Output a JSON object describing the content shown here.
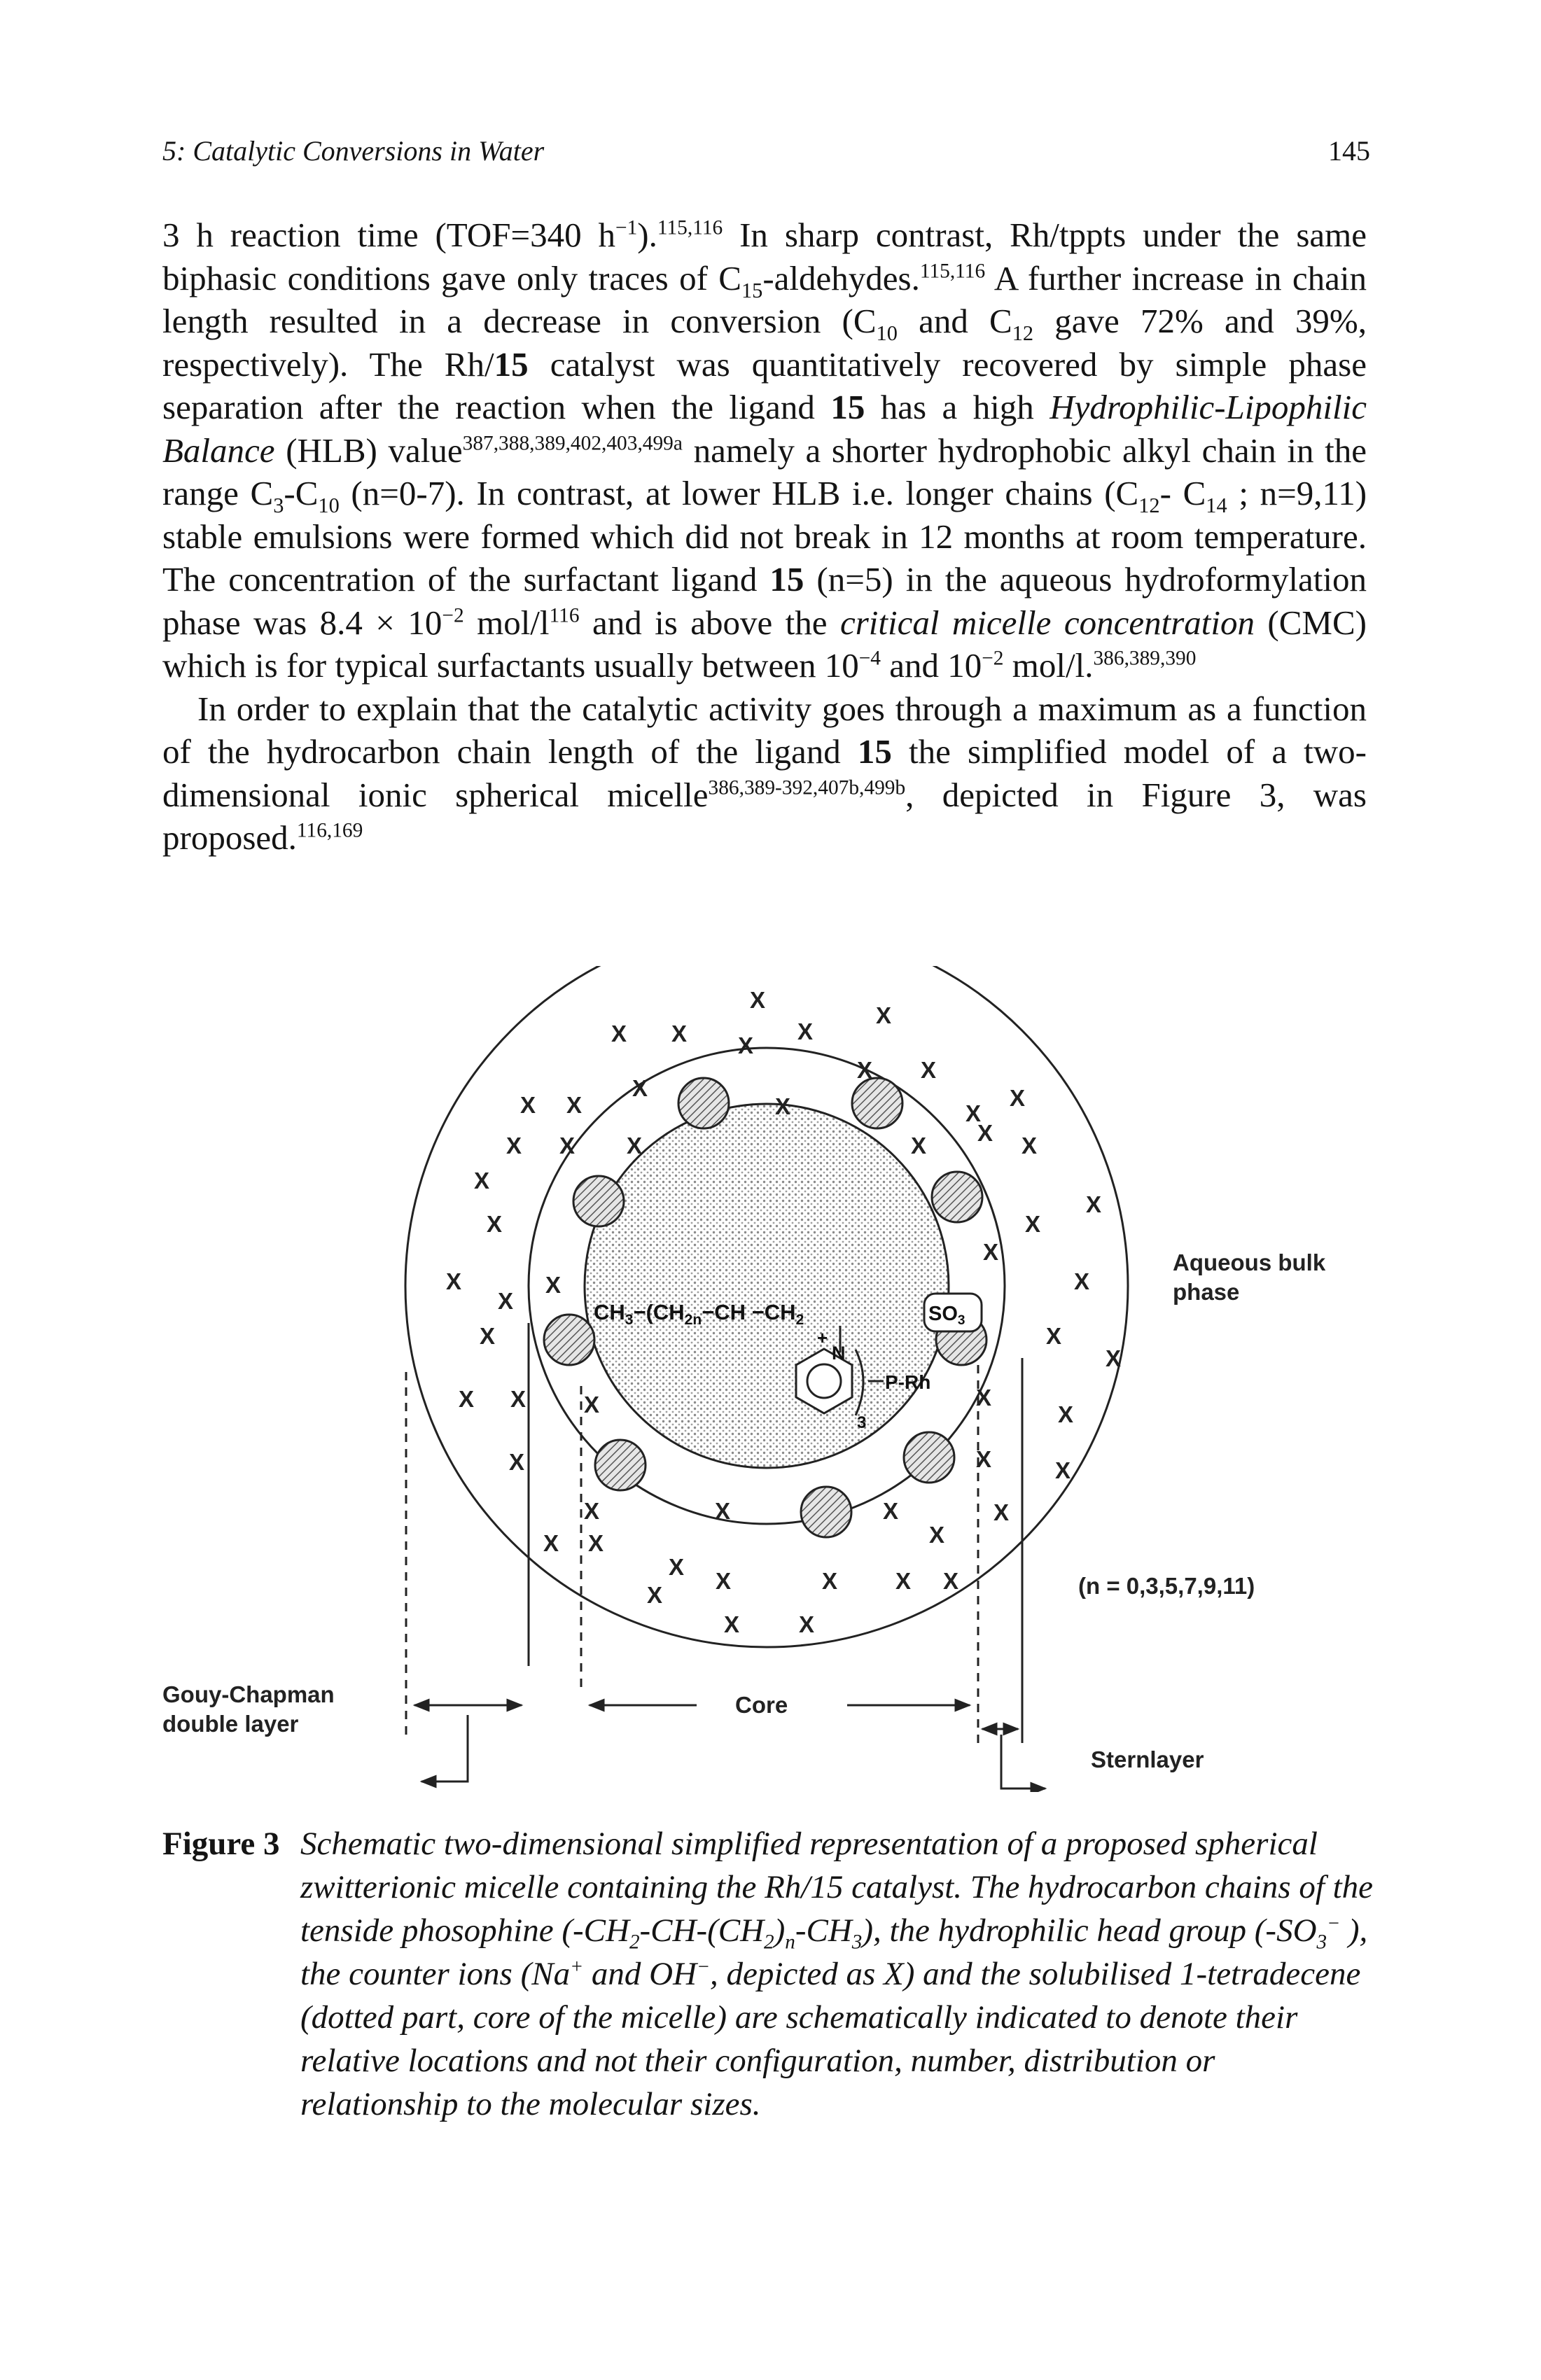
{
  "header": {
    "chapter": "5: Catalytic Conversions in Water",
    "page_number": "145"
  },
  "body": {
    "p1": {
      "t1": "3 h reaction time (TOF=340 h",
      "sup1": "−1",
      "t2": ").",
      "sup2": "115,116",
      "t3": " In sharp contrast, Rh/tppts under the same biphasic conditions gave only traces of C",
      "sub1": "15",
      "t4": "-aldehydes.",
      "sup3": "115,116",
      "t5": " A further increase in chain length resulted in a decrease in conversion (C",
      "sub2": "10",
      "t6": " and C",
      "sub3": "12",
      "t7": " gave 72% and 39%, respectively). The Rh/",
      "b1": "15",
      "t8": " catalyst was quantitatively recovered by simple phase separation after the reaction when the ligand ",
      "b2": "15",
      "t9": " has a high ",
      "i1": "Hydrophilic-Lipophilic Balance",
      "t10": " (HLB) value",
      "sup4": "387,388,389,402,403,499a",
      "t11": " namely a shorter hydrophobic alkyl chain in the range C",
      "sub4": "3",
      "t12": "-C",
      "sub5": "10",
      "t13": " (n=0-7). In contrast, at lower HLB i.e. longer chains (C",
      "sub6": "12",
      "t14": "- C",
      "sub7": "14",
      "t15": " ; n=9,11) stable emulsions were formed which did not break in 12 months at room temperature. The concentration of the surfactant ligand ",
      "b3": "15",
      "t16": " (n=5) in the aqueous hydroformylation phase was 8.4 × 10",
      "sup5": "−2",
      "t17": " mol/l",
      "sup6": "116",
      "t18": " and is above the ",
      "i2": "critical micelle concentration",
      "t19": " (CMC) which is for typical surfactants usually between 10",
      "sup7": "−4",
      "t20": " and 10",
      "sup8": "−2",
      "t21": " mol/l.",
      "sup9": "386,389,390"
    },
    "p2": {
      "t1": "In order to explain that the catalytic activity goes through a maximum as a function of the hydrocarbon chain length of the ligand ",
      "b1": "15",
      "t2": " the simplified model of a two-dimensional ionic spherical micelle",
      "sup1": "386,389-392,407b,499b",
      "t3": ", depicted in Figure 3, was proposed.",
      "sup2": "116,169"
    }
  },
  "figure": {
    "counter_ion_symbol": "X",
    "chain_label": "CH",
    "chain_sub1": "3",
    "chain_mid": "−(CH",
    "chain_sub2": "2",
    "chain_subn": "n",
    "chain_rest": "−CH −CH",
    "chain_sub3": "2",
    "head_group": "SO",
    "head_sub": "3",
    "nitrogen": "N",
    "plus": "+",
    "rh_label": "P-Rh",
    "subscript_3": "3",
    "aqueous_label": "Aqueous bulk phase",
    "n_values": "(n = 0,3,5,7,9,11)",
    "gouy_chapman_label": "Gouy-Chapman double layer",
    "core_label": "Core",
    "sternlayer_label": "Sternlayer"
  },
  "caption": {
    "label": "Figure 3",
    "t1": "Schematic two-dimensional simplified representation of a proposed spherical zwitterionic micelle containing the Rh/15 catalyst. The hydrocarbon chains of the tenside phosophine (-CH",
    "s1": "2",
    "t2": "-CH-(CH",
    "s2": "2",
    "t3": ")",
    "s3": "n",
    "t4": "-CH",
    "s4": "3",
    "t5": "), the hydrophilic head group (-SO",
    "s5": "3",
    "sup1": "−",
    "t6": " ), the counter ions (Na",
    "sup2": "+",
    "t7": " and OH",
    "sup3": "−",
    "t8": ", depicted as X) and the solubilised 1-tetradecene (dotted part, core of the micelle) are schematically indicated to denote their relative locations and not their configuration, number, distribution or relationship to the molecular sizes."
  }
}
